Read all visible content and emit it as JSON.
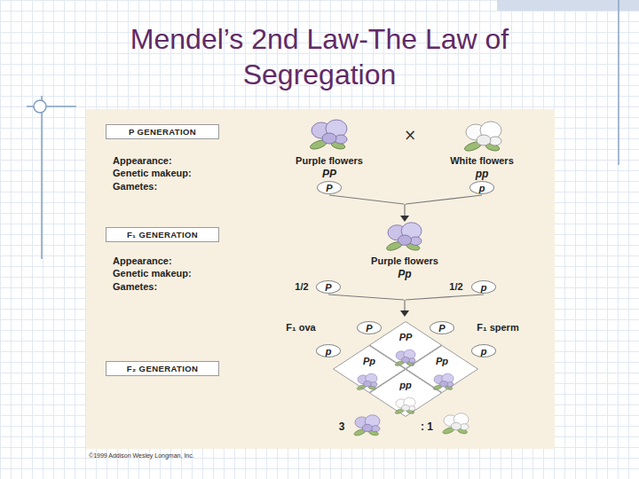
{
  "diagram": {
    "title": "Mendel’s 2nd Law-The Law of Segregation",
    "nodes": [
      {
        "text": [
          "P GENERATION"
        ]
      },
      {
        "text": [
          "P"
        ]
      },
      {
        "text": [
          "p"
        ]
      },
      {
        "text": [
          "F₁ GENERATION"
        ]
      },
      {
        "text": [
          "P"
        ]
      },
      {
        "text": [
          "p"
        ]
      },
      {
        "text": [
          "P"
        ]
      },
      {
        "text": [
          "P"
        ]
      },
      {
        "text": [
          "p"
        ]
      },
      {
        "text": [
          "PP"
        ]
      },
      {
        "text": [
          "p"
        ]
      },
      {
        "text": [
          "F₂ GENERATION"
        ]
      },
      {
        "text": [
          "Pp"
        ]
      },
      {
        "text": [
          "Pp"
        ]
      },
      {
        "text": [
          "pp"
        ]
      }
    ],
    "labels": [
      "×",
      "Appearance:",
      "Genetic makeup:",
      "Gametes:",
      "Purple flowers",
      "White flowers",
      "PP",
      "pp",
      "Appearance:",
      "Genetic makeup:",
      "Gametes:",
      "Purple flowers",
      "Pp",
      "1/2",
      "1/2",
      "F₁ ova",
      "F₁ sperm",
      "3",
      ": 1",
      "©1999 Addison Wesley Longman, Inc."
    ]
  }
}
